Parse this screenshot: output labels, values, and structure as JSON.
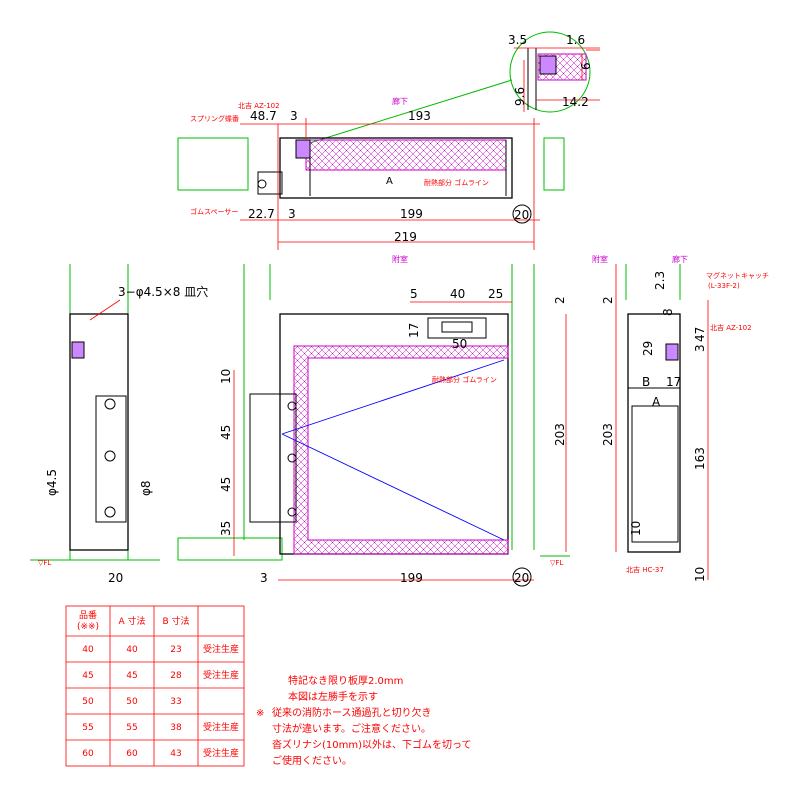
{
  "labels": {
    "section_1": "廊下",
    "section_2": "附室",
    "section_3": "附室",
    "section_4": "廊下",
    "hinge_top": "北吉 AZ-102",
    "spring_hinge": "スプリング蝶番",
    "rubber_spacer": "ゴムスペーサー",
    "closing_rubber_top": "耐熱部分 ゴムライン",
    "closing_rubber_front": "耐熱部分 ゴムライン",
    "holes": "3−φ4.5×8 皿穴",
    "magnet": "マグネットキャッチ",
    "magnet_model": "(L-33F-2)",
    "hinge_side": "北吉 AZ-102",
    "bottom_part": "北吉 HC-37",
    "fl_left": "▽FL",
    "fl_right": "▽FL",
    "dim_A_top": "A",
    "dim_A_side": "A",
    "dim_B_side": "B"
  },
  "dims": {
    "d3_5": "3.5",
    "d1_6": "1.6",
    "d6": "6",
    "d9_6": "9.6",
    "d14_2": "14.2",
    "d48_7": "48.7",
    "d3a": "3",
    "d193": "193",
    "d22_7": "22.7",
    "d3b": "3",
    "d199a": "199",
    "d20a": "20",
    "d219": "219",
    "d4_5": "φ4.5",
    "d8": "φ8",
    "d20b": "20",
    "d5": "5",
    "d40": "40",
    "d25": "25",
    "d17a": "17",
    "d50": "50",
    "d10": "10",
    "d45a": "45",
    "d45b": "45",
    "d35": "35",
    "d2a": "2",
    "d203a": "203",
    "d3c": "3",
    "d199b": "199",
    "d20c": "20",
    "d203b": "203",
    "d2b": "2",
    "d2_3": "2.3",
    "d8b": "8",
    "d29": "29",
    "d47": "47",
    "d3d": "3",
    "d17b": "17",
    "d163": "163",
    "d10b": "10",
    "d10c": "10"
  },
  "table": {
    "headers": [
      "品番\n(※※)",
      "A 寸法",
      "B 寸法",
      ""
    ],
    "rows": [
      [
        "40",
        "40",
        "23",
        "受注生産"
      ],
      [
        "45",
        "45",
        "28",
        "受注生産"
      ],
      [
        "50",
        "50",
        "33",
        ""
      ],
      [
        "55",
        "55",
        "38",
        "受注生産"
      ],
      [
        "60",
        "60",
        "43",
        "受注生産"
      ]
    ]
  },
  "notes": {
    "line1": "特記なき限り板厚2.0mm",
    "line2": "本図は左勝手を示す",
    "mark": "※",
    "line3": "従来の消防ホース通過孔と切り欠き",
    "line4": "寸法が違います。ご注意ください。",
    "line5": "沓ズリナシ(10mm)以外は、下ゴムを切って",
    "line6": "ご使用ください。"
  },
  "colors": {
    "line": "#000000",
    "dimension": "#ff0000",
    "wall": "#00bb00",
    "rubber": "#cc00cc",
    "leader": "#0000ff"
  }
}
